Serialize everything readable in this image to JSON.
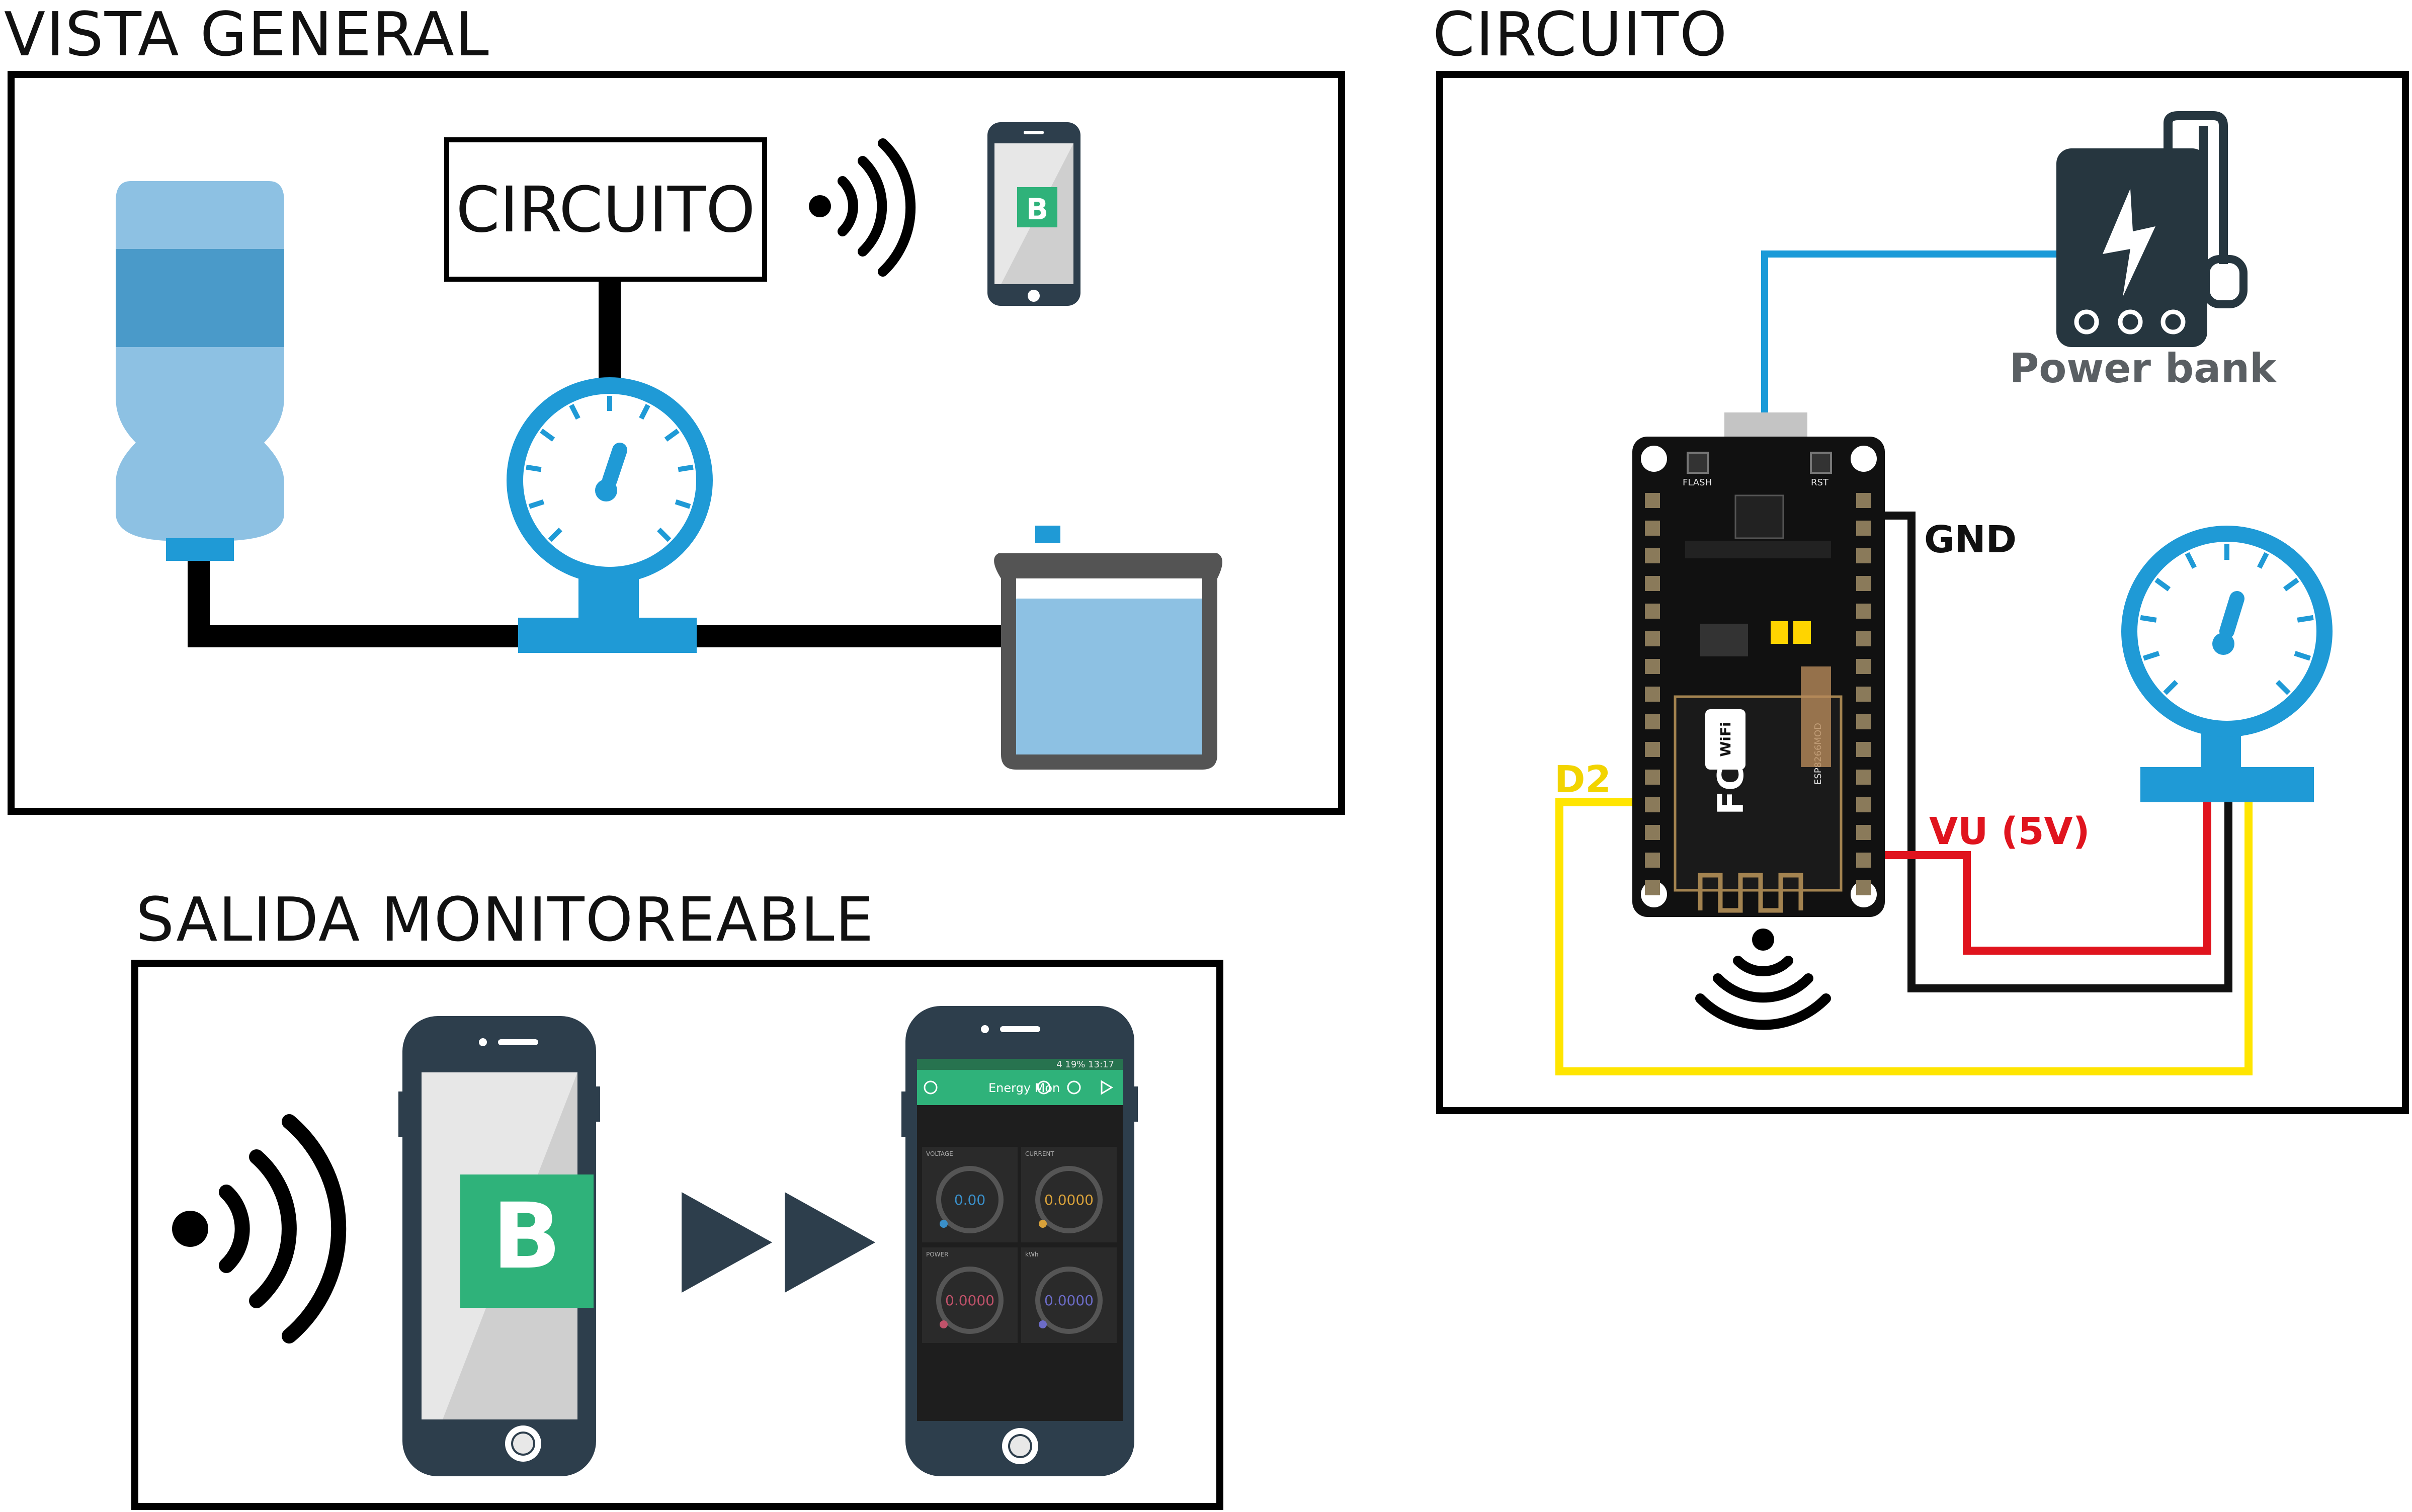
{
  "sections": {
    "overview_title": "VISTA GENERAL",
    "circuit_title": "CIRCUITO",
    "output_title": "SALIDA MONITOREABLE"
  },
  "overview": {
    "circuit_box_label": "CIRCUITO",
    "app_logo_letter": "B"
  },
  "circuit": {
    "gnd_label": "GND",
    "d2_label": "D2",
    "vu_label": "VU (5V)",
    "powerbank_label": "Power bank",
    "board_text": [
      "WiFi",
      "ESP8266MOD",
      "FC",
      "FLASH",
      "RST"
    ]
  },
  "output": {
    "app_logo_letter": "B",
    "app_title": "Energy Mon",
    "status_bar": "4 19% 13:17",
    "gauges": [
      {
        "label": "VOLTAGE",
        "value": "0.00",
        "color": "#3a8fc9"
      },
      {
        "label": "CURRENT",
        "value": "0.0000",
        "color": "#d8a13a"
      },
      {
        "label": "POWER",
        "value": "0.0000",
        "color": "#c0526a"
      },
      {
        "label": "kWh",
        "value": "0.0000",
        "color": "#6c6cc8"
      }
    ]
  },
  "colors": {
    "wire_blue": "#1a9ad8",
    "wire_black": "#111111",
    "wire_red": "#e0141e",
    "wire_yellow": "#ffe500",
    "gauge_blue": "#1f9ad6",
    "app_green": "#2fb27a",
    "phone_dark": "#2d3e4c"
  }
}
